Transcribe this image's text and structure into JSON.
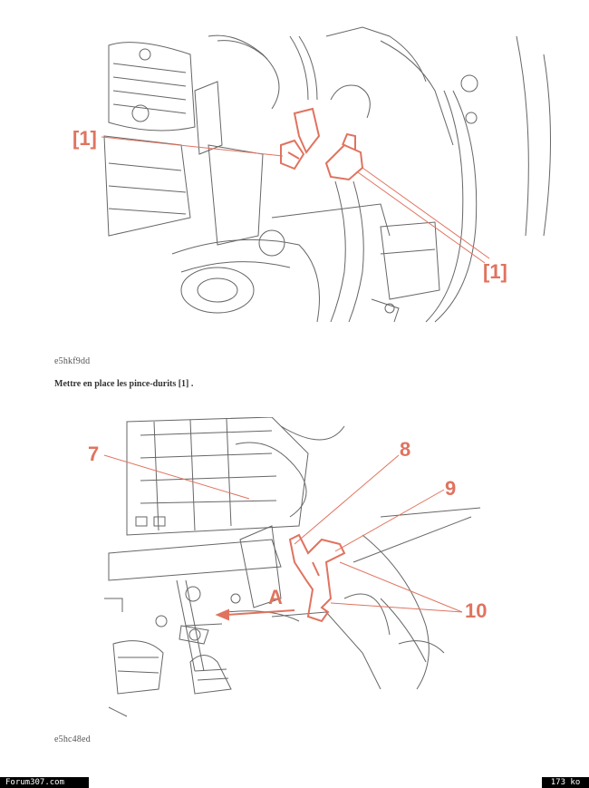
{
  "figure1": {
    "caption": "e5hkf9dd",
    "callout_left": "[1]",
    "callout_right": "[1]"
  },
  "instruction": "Mettre en place les pince-durits [1] .",
  "figure2": {
    "caption": "e5hc48ed",
    "callout_7": "7",
    "callout_8": "8",
    "callout_9": "9",
    "callout_10": "10",
    "callout_A": "A"
  },
  "footer": {
    "site": "Forum307.com",
    "size": "173 ko"
  },
  "colors": {
    "callout": "#e0735f",
    "linework": "#555555"
  }
}
